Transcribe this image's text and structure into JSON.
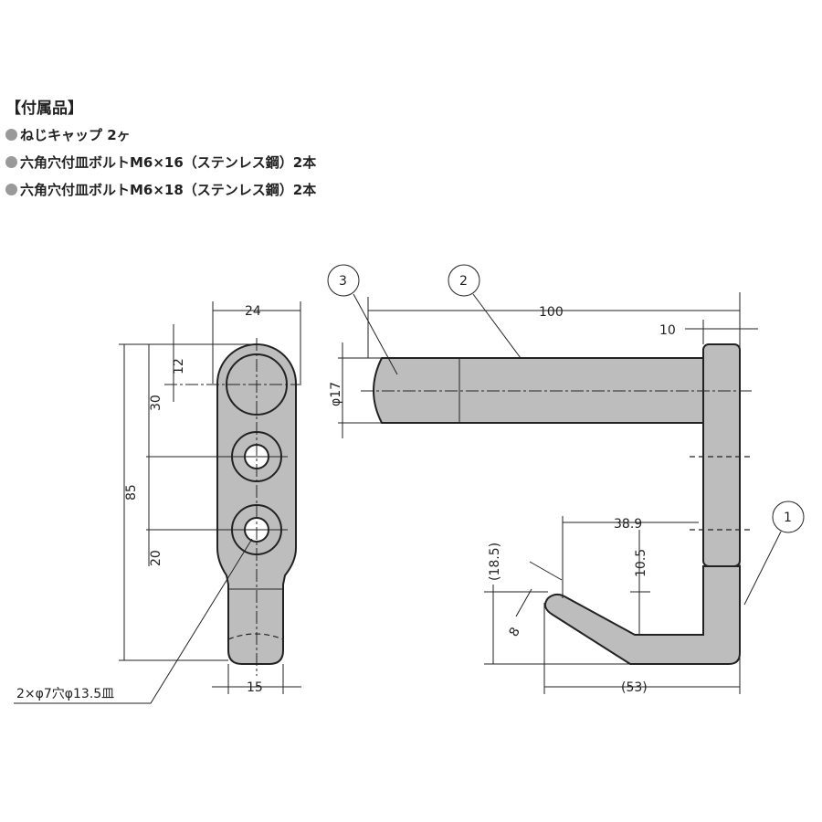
{
  "accessories": {
    "title": "【付属品】",
    "items": [
      "ねじキャップ 2ヶ",
      "六角穴付皿ボルトM6×16（ステンレス鋼）2本",
      "六角穴付皿ボルトM6×18（ステンレス鋼）2本"
    ]
  },
  "left_view": {
    "dims": {
      "width_top": "24",
      "d12": "12",
      "d30": "30",
      "d85": "85",
      "d20": "20",
      "width_bottom": "15"
    },
    "hole_note": "2×φ7穴φ13.5皿"
  },
  "side_view": {
    "dims": {
      "d100": "100",
      "d10": "10",
      "phi17": "φ17",
      "d38_9": "38.9",
      "d10_5": "10.5",
      "d18_5": "(18.5)",
      "d8": "8",
      "d53": "(53)"
    },
    "callouts": [
      "1",
      "2",
      "3"
    ]
  }
}
